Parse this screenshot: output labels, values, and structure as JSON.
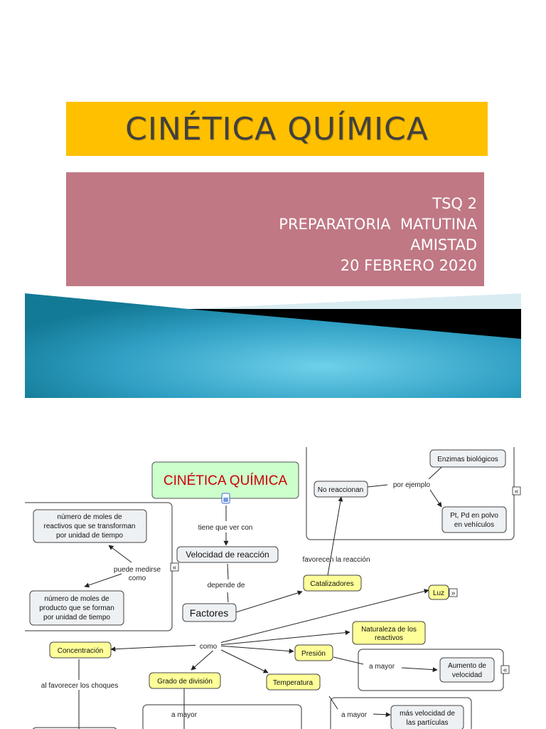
{
  "slide": {
    "title": "CINÉTICA QUÍMICA",
    "subtitle_lines": [
      "TSQ 2",
      "PREPARATORIA  MATUTINA",
      "AMISTAD",
      "20 FEBRERO 2020"
    ]
  },
  "colors": {
    "title_bg": "#ffc000",
    "subtitle_bg": "#c07884",
    "banner_blue": "#2f9fc3",
    "node_yellow": "#ffff99",
    "node_gray": "#eef1f3",
    "title_node": "#ccffcc"
  },
  "concept_map": {
    "main": "CINÉTICA QUÍMICA",
    "nodes": {
      "enzimas": "Enzimas biológicos",
      "no_reaccionan": "No reaccionan",
      "pt_pd_1": "Pt, Pd en polvo",
      "pt_pd_2": "en vehículos",
      "moles_react_1": "número de moles de",
      "moles_react_2": "reactivos que se transforman",
      "moles_react_3": "por unidad de tiempo",
      "velocidad": "Velocidad de reacción",
      "moles_prod_1": "número de moles de",
      "moles_prod_2": "producto que se forman",
      "moles_prod_3": "por unidad de tiempo",
      "catalizadores": "Catalizadores",
      "luz": "Luz",
      "factores": "Factores",
      "naturaleza_1": "Naturaleza de los",
      "naturaleza_2": "reactivos",
      "concentracion": "Concentración",
      "presion": "Presión",
      "aumento_1": "Aumento de",
      "aumento_2": "velocidad",
      "grado": "Grado de división",
      "temperatura": "Temperatura",
      "mas_vel_1": "más velocidad de",
      "mas_vel_2": "las partículas"
    },
    "links": {
      "por_ejemplo": "por ejemplo",
      "tiene_que_ver": "tiene que ver con",
      "puede_medirse_1": "puede medirse",
      "puede_medirse_2": "como",
      "favorecen": "favorecen la reacción",
      "depende_de": "depende de",
      "como": "como",
      "a_mayor_presion": "a mayor",
      "al_favorecer": "al favorecer los choques",
      "a_mayor_grado": "a mayor",
      "a_mayor_temp": "a mayor"
    }
  }
}
